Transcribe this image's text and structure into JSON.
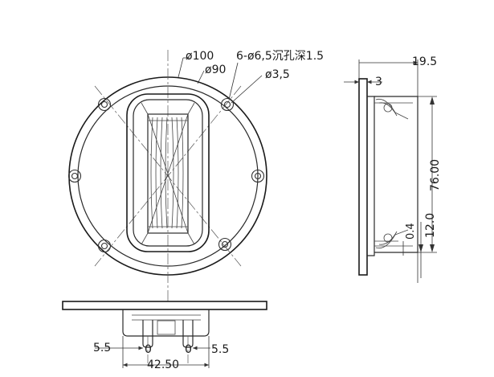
{
  "front_view": {
    "dim_outer": "ø100",
    "dim_bolt_circle": "ø90",
    "dim_counterbore": "6-ø6,5沉孔深1.5",
    "dim_hole": "ø3,5"
  },
  "side_view": {
    "dim_depth": "19.5",
    "dim_flange": "3",
    "dim_height": "76.00",
    "dim_offset": "12.0",
    "dim_small": "0.4"
  },
  "bottom_view": {
    "dim_left": "5.5",
    "dim_right": "5.5",
    "dim_width": "42.50",
    "pin_left": "0",
    "pin_right": "0"
  }
}
